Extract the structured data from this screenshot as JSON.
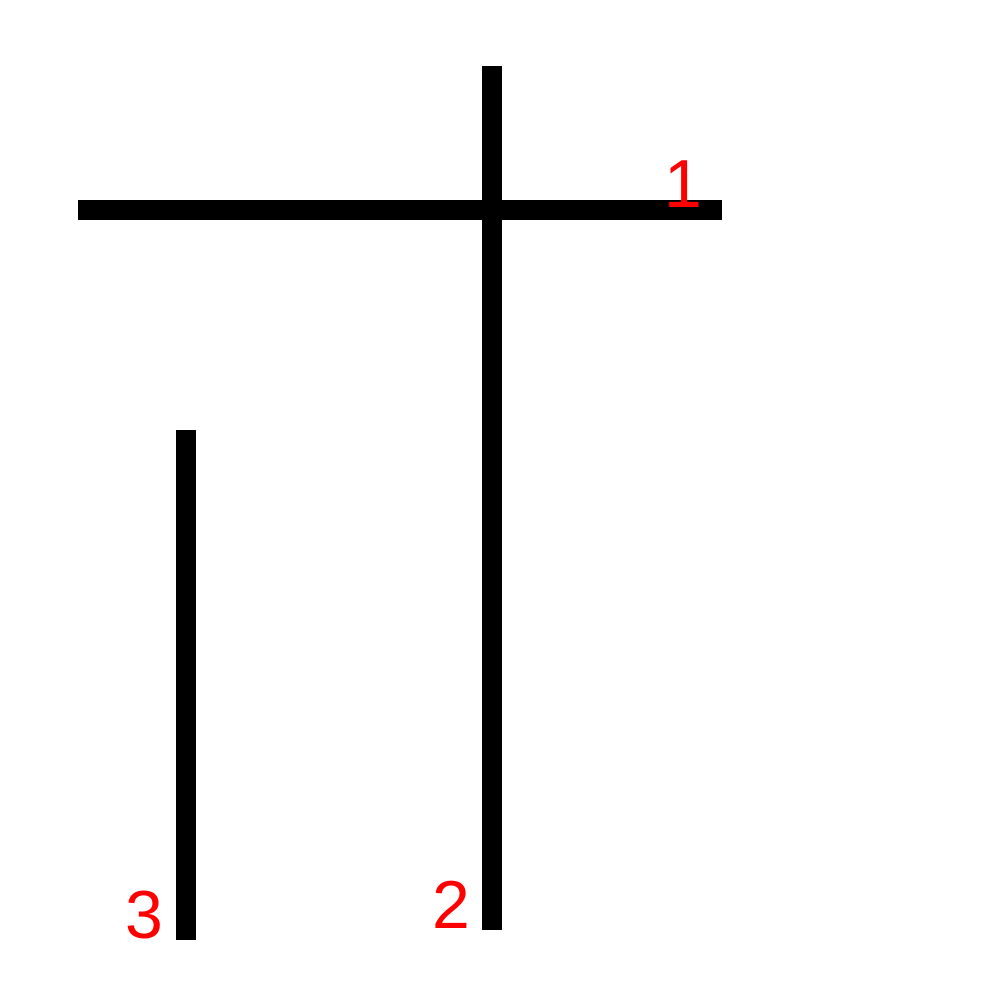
{
  "diagram": {
    "background_color": "#ffffff",
    "stroke_color": "#000000",
    "label_color": "#ff0000",
    "strokes": [
      {
        "id": "stroke-1",
        "direction": "horizontal",
        "label": "1"
      },
      {
        "id": "stroke-2",
        "direction": "vertical",
        "label": "2"
      },
      {
        "id": "stroke-3",
        "direction": "vertical",
        "label": "3"
      }
    ]
  }
}
